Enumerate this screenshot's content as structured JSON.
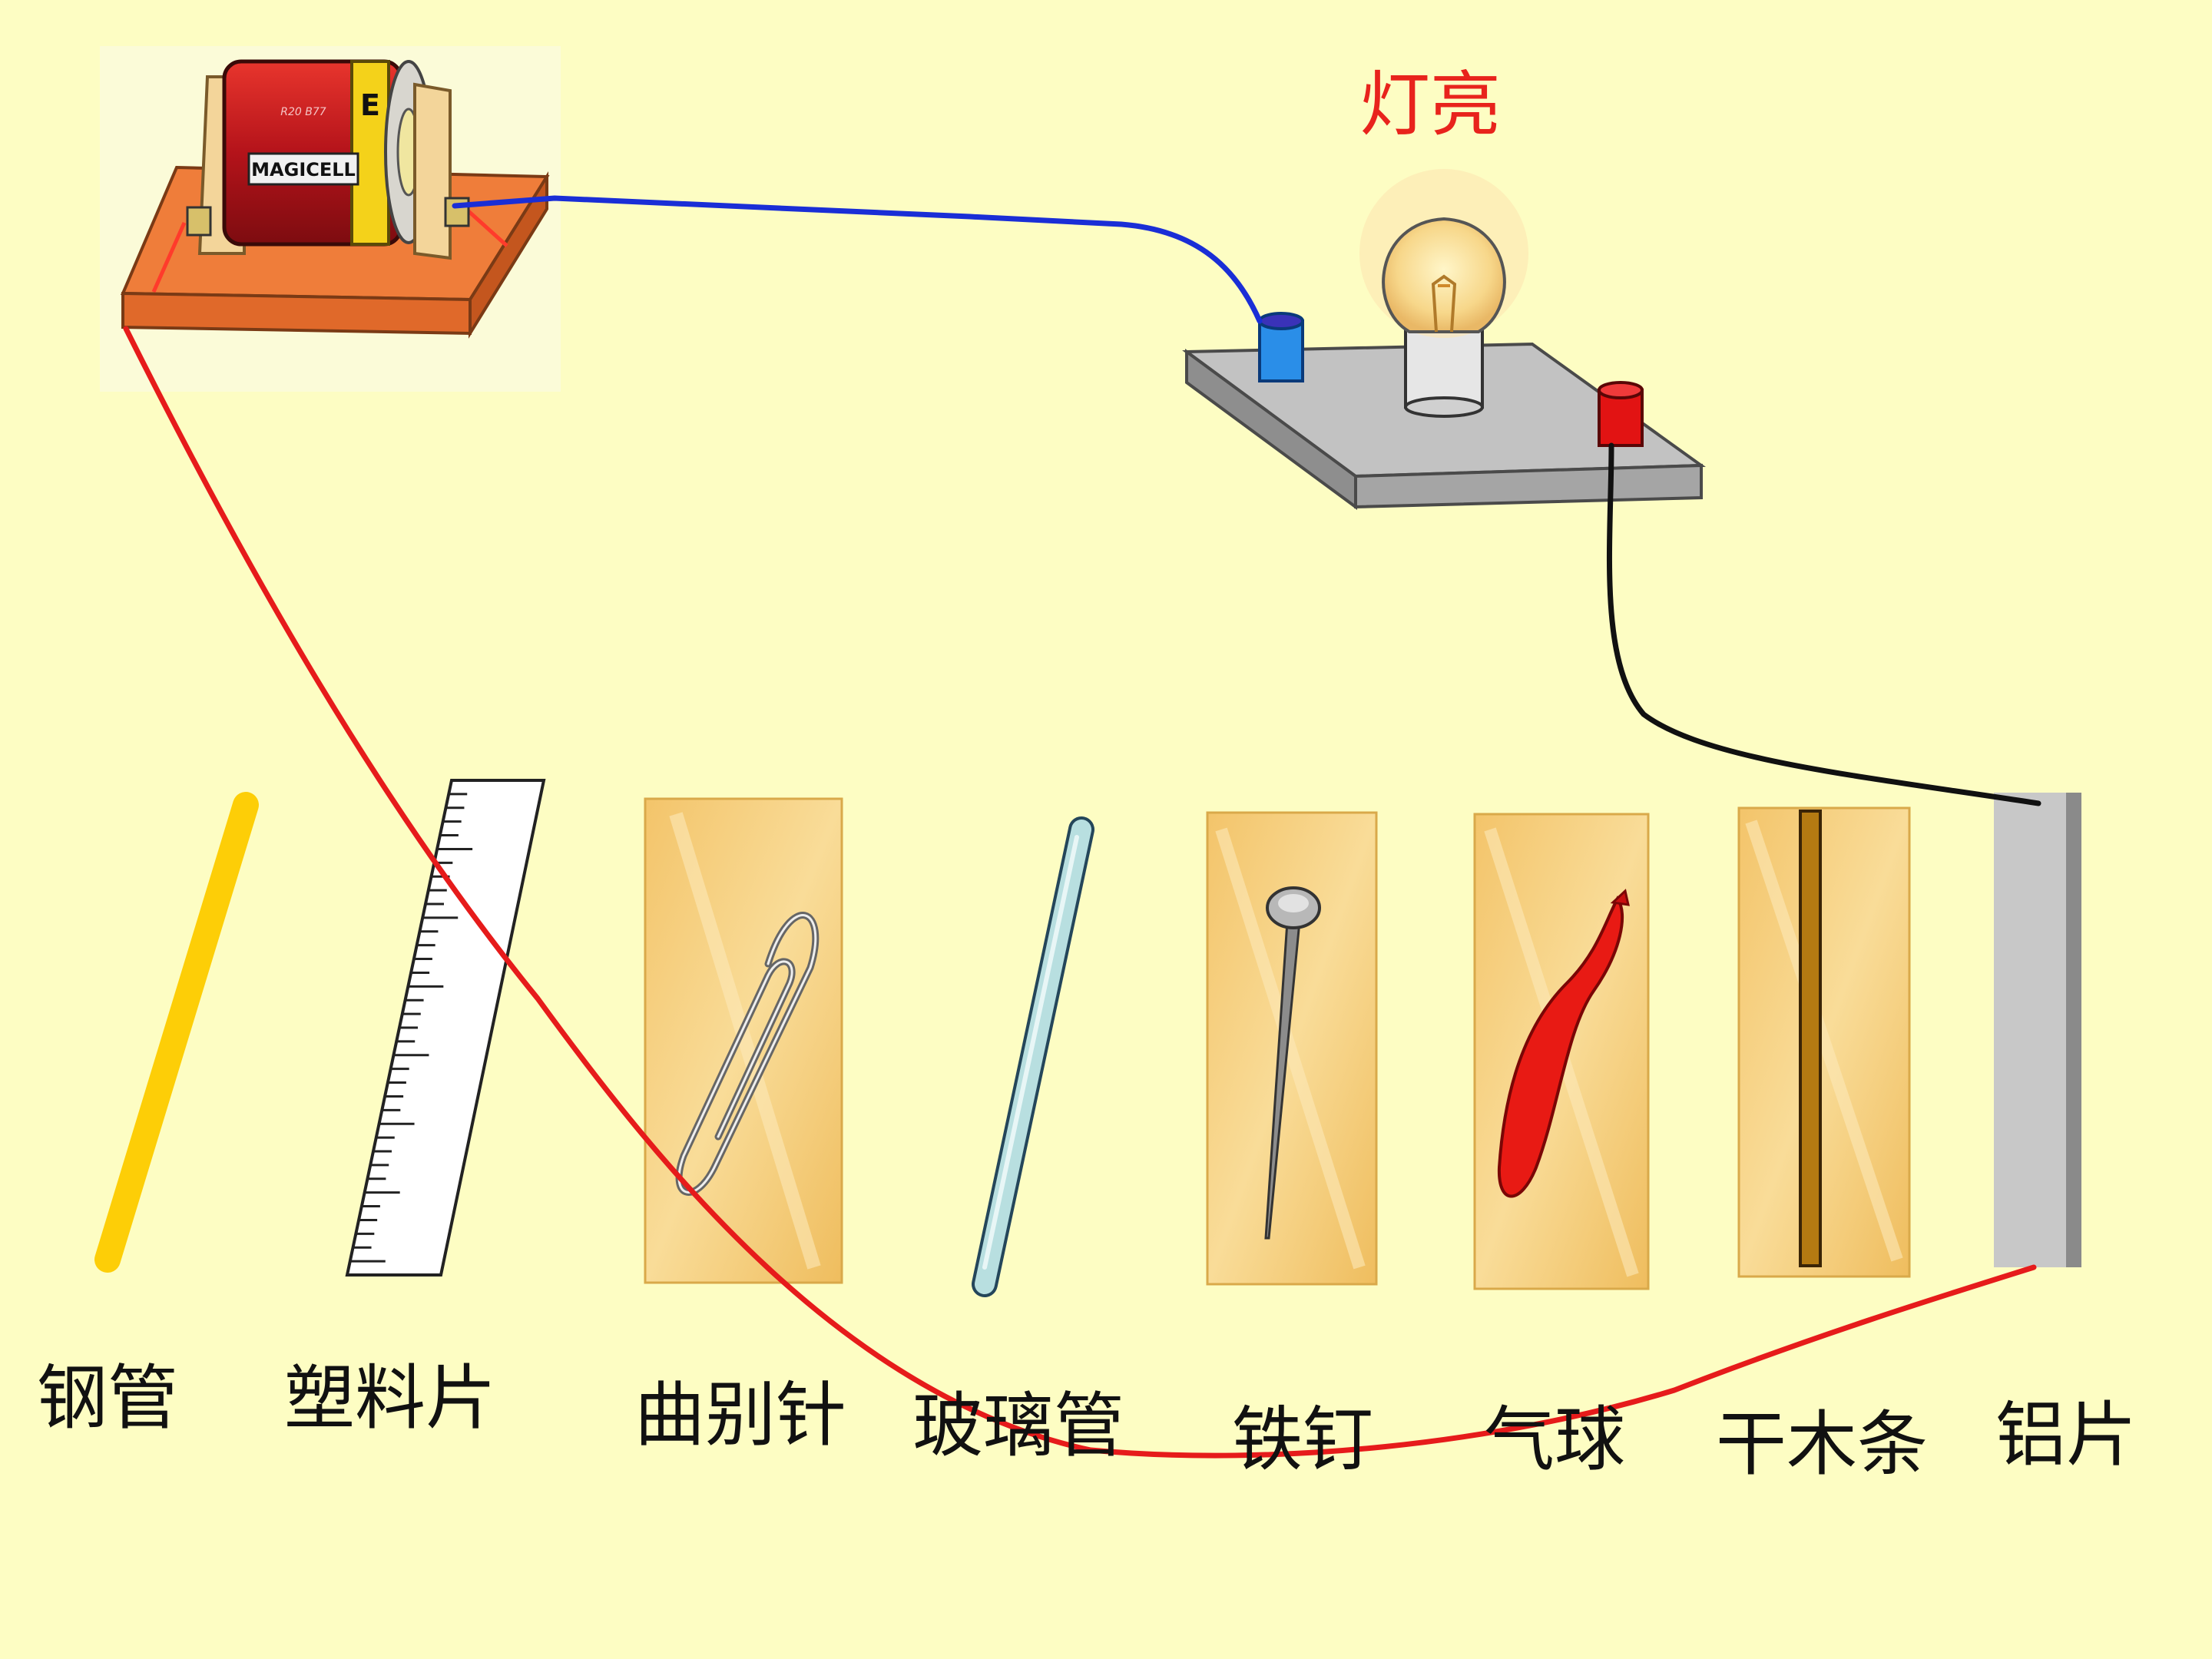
{
  "heading": "灯亮",
  "battery": {
    "brand": "MAGICELL",
    "small_text": "R20 B77"
  },
  "materials": [
    {
      "id": "steel-pipe",
      "label": "钢管"
    },
    {
      "id": "plastic-ruler",
      "label": "塑料片"
    },
    {
      "id": "paper-clip",
      "label": "曲别针"
    },
    {
      "id": "glass-tube",
      "label": "玻璃管"
    },
    {
      "id": "iron-nail",
      "label": "铁钉"
    },
    {
      "id": "balloon",
      "label": "气球"
    },
    {
      "id": "dry-wood",
      "label": "干木条"
    },
    {
      "id": "aluminum-sheet",
      "label": "铝片"
    }
  ],
  "colors": {
    "background": "#fdfdc3",
    "heading": "#e8231c",
    "wire_blue": "#1a2ed6",
    "wire_red": "#e61b1b",
    "wire_black": "#111111",
    "card": "#f6cf7e"
  }
}
